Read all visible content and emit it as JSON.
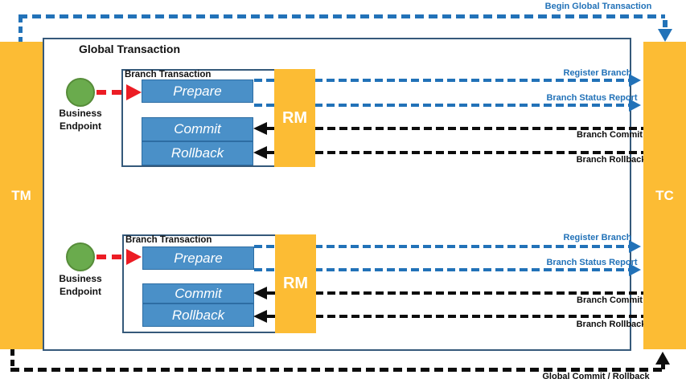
{
  "diagram": {
    "tm_label": "TM",
    "tc_label": "TC",
    "global_box_title": "Global Transaction",
    "top_flow_label": "Begin Global Transaction",
    "bottom_flow_label": "Global Commit / Rollback",
    "branches": [
      {
        "title": "Branch Transaction",
        "business_endpoint_label": "Business Endpoint",
        "prepare_label": "Prepare",
        "commit_label": "Commit",
        "rollback_label": "Rollback",
        "rm_label": "RM",
        "register_branch_label": "Register Branch",
        "branch_status_report_label": "Branch Status Report",
        "branch_commit_label": "Branch Commit",
        "branch_rollback_label": "Branch Rollback"
      },
      {
        "title": "Branch Transaction",
        "business_endpoint_label": "Business Endpoint",
        "prepare_label": "Prepare",
        "commit_label": "Commit",
        "rollback_label": "Rollback",
        "rm_label": "RM",
        "register_branch_label": "Register Branch",
        "branch_status_report_label": "Branch Status Report",
        "branch_commit_label": "Branch Commit",
        "branch_rollback_label": "Branch Rollback"
      }
    ],
    "colors": {
      "actor_orange": "#FCBC34",
      "action_blue": "#4A90C8",
      "endpoint_green": "#6AAB4D",
      "invoke_red": "#EC1C24",
      "flow_blue": "#2272B8",
      "flow_black": "#0D0D0D",
      "border_navy": "#35597A"
    }
  }
}
